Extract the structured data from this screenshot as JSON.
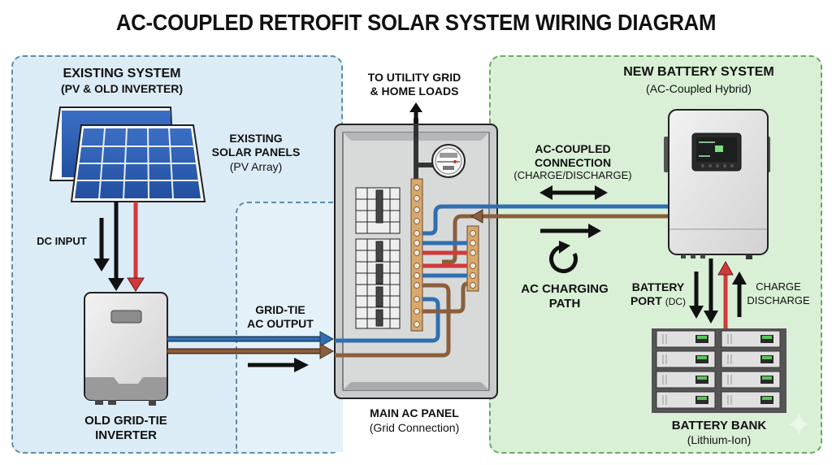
{
  "title": "AC-COUPLED RETROFIT SOLAR SYSTEM WIRING DIAGRAM",
  "existing_system": {
    "heading": "EXISTING SYSTEM",
    "subheading": "(PV & OLD INVERTER)",
    "panels_label_1": "EXISTING",
    "panels_label_2": "SOLAR PANELS",
    "panels_label_3": "(PV Array)",
    "dc_input": "DC INPUT",
    "inverter_label_1": "OLD GRID-TIE",
    "inverter_label_2": "INVERTER",
    "output_label_1": "GRID-TIE",
    "output_label_2": "AC OUTPUT"
  },
  "main_panel": {
    "utility_label_1": "TO UTILITY GRID",
    "utility_label_2": "& HOME LOADS",
    "label": "MAIN AC PANEL",
    "sublabel": "(Grid Connection)"
  },
  "new_system": {
    "heading": "NEW BATTERY SYSTEM",
    "subheading": "(AC-Coupled Hybrid)",
    "connection_label_1": "AC-COUPLED",
    "connection_label_2": "CONNECTION",
    "connection_label_3": "(CHARGE/DISCHARGE)",
    "charging_label_1": "AC CHARGING",
    "charging_label_2": "PATH",
    "battery_port_1": "BATTERY",
    "battery_port_2": "PORT",
    "battery_port_3": "(DC)",
    "charge_label": "CHARGE",
    "discharge_label": "DISCHARGE",
    "bank_label": "BATTERY BANK",
    "bank_sublabel": "(Lithium-Ion)"
  },
  "colors": {
    "wire_blue": "#2f6fb0",
    "wire_brown": "#8b5e3c",
    "wire_red": "#d0393b",
    "busbar": "#d9a86c",
    "left_zone": "#dcecf7",
    "right_zone": "#d9f0d6"
  }
}
